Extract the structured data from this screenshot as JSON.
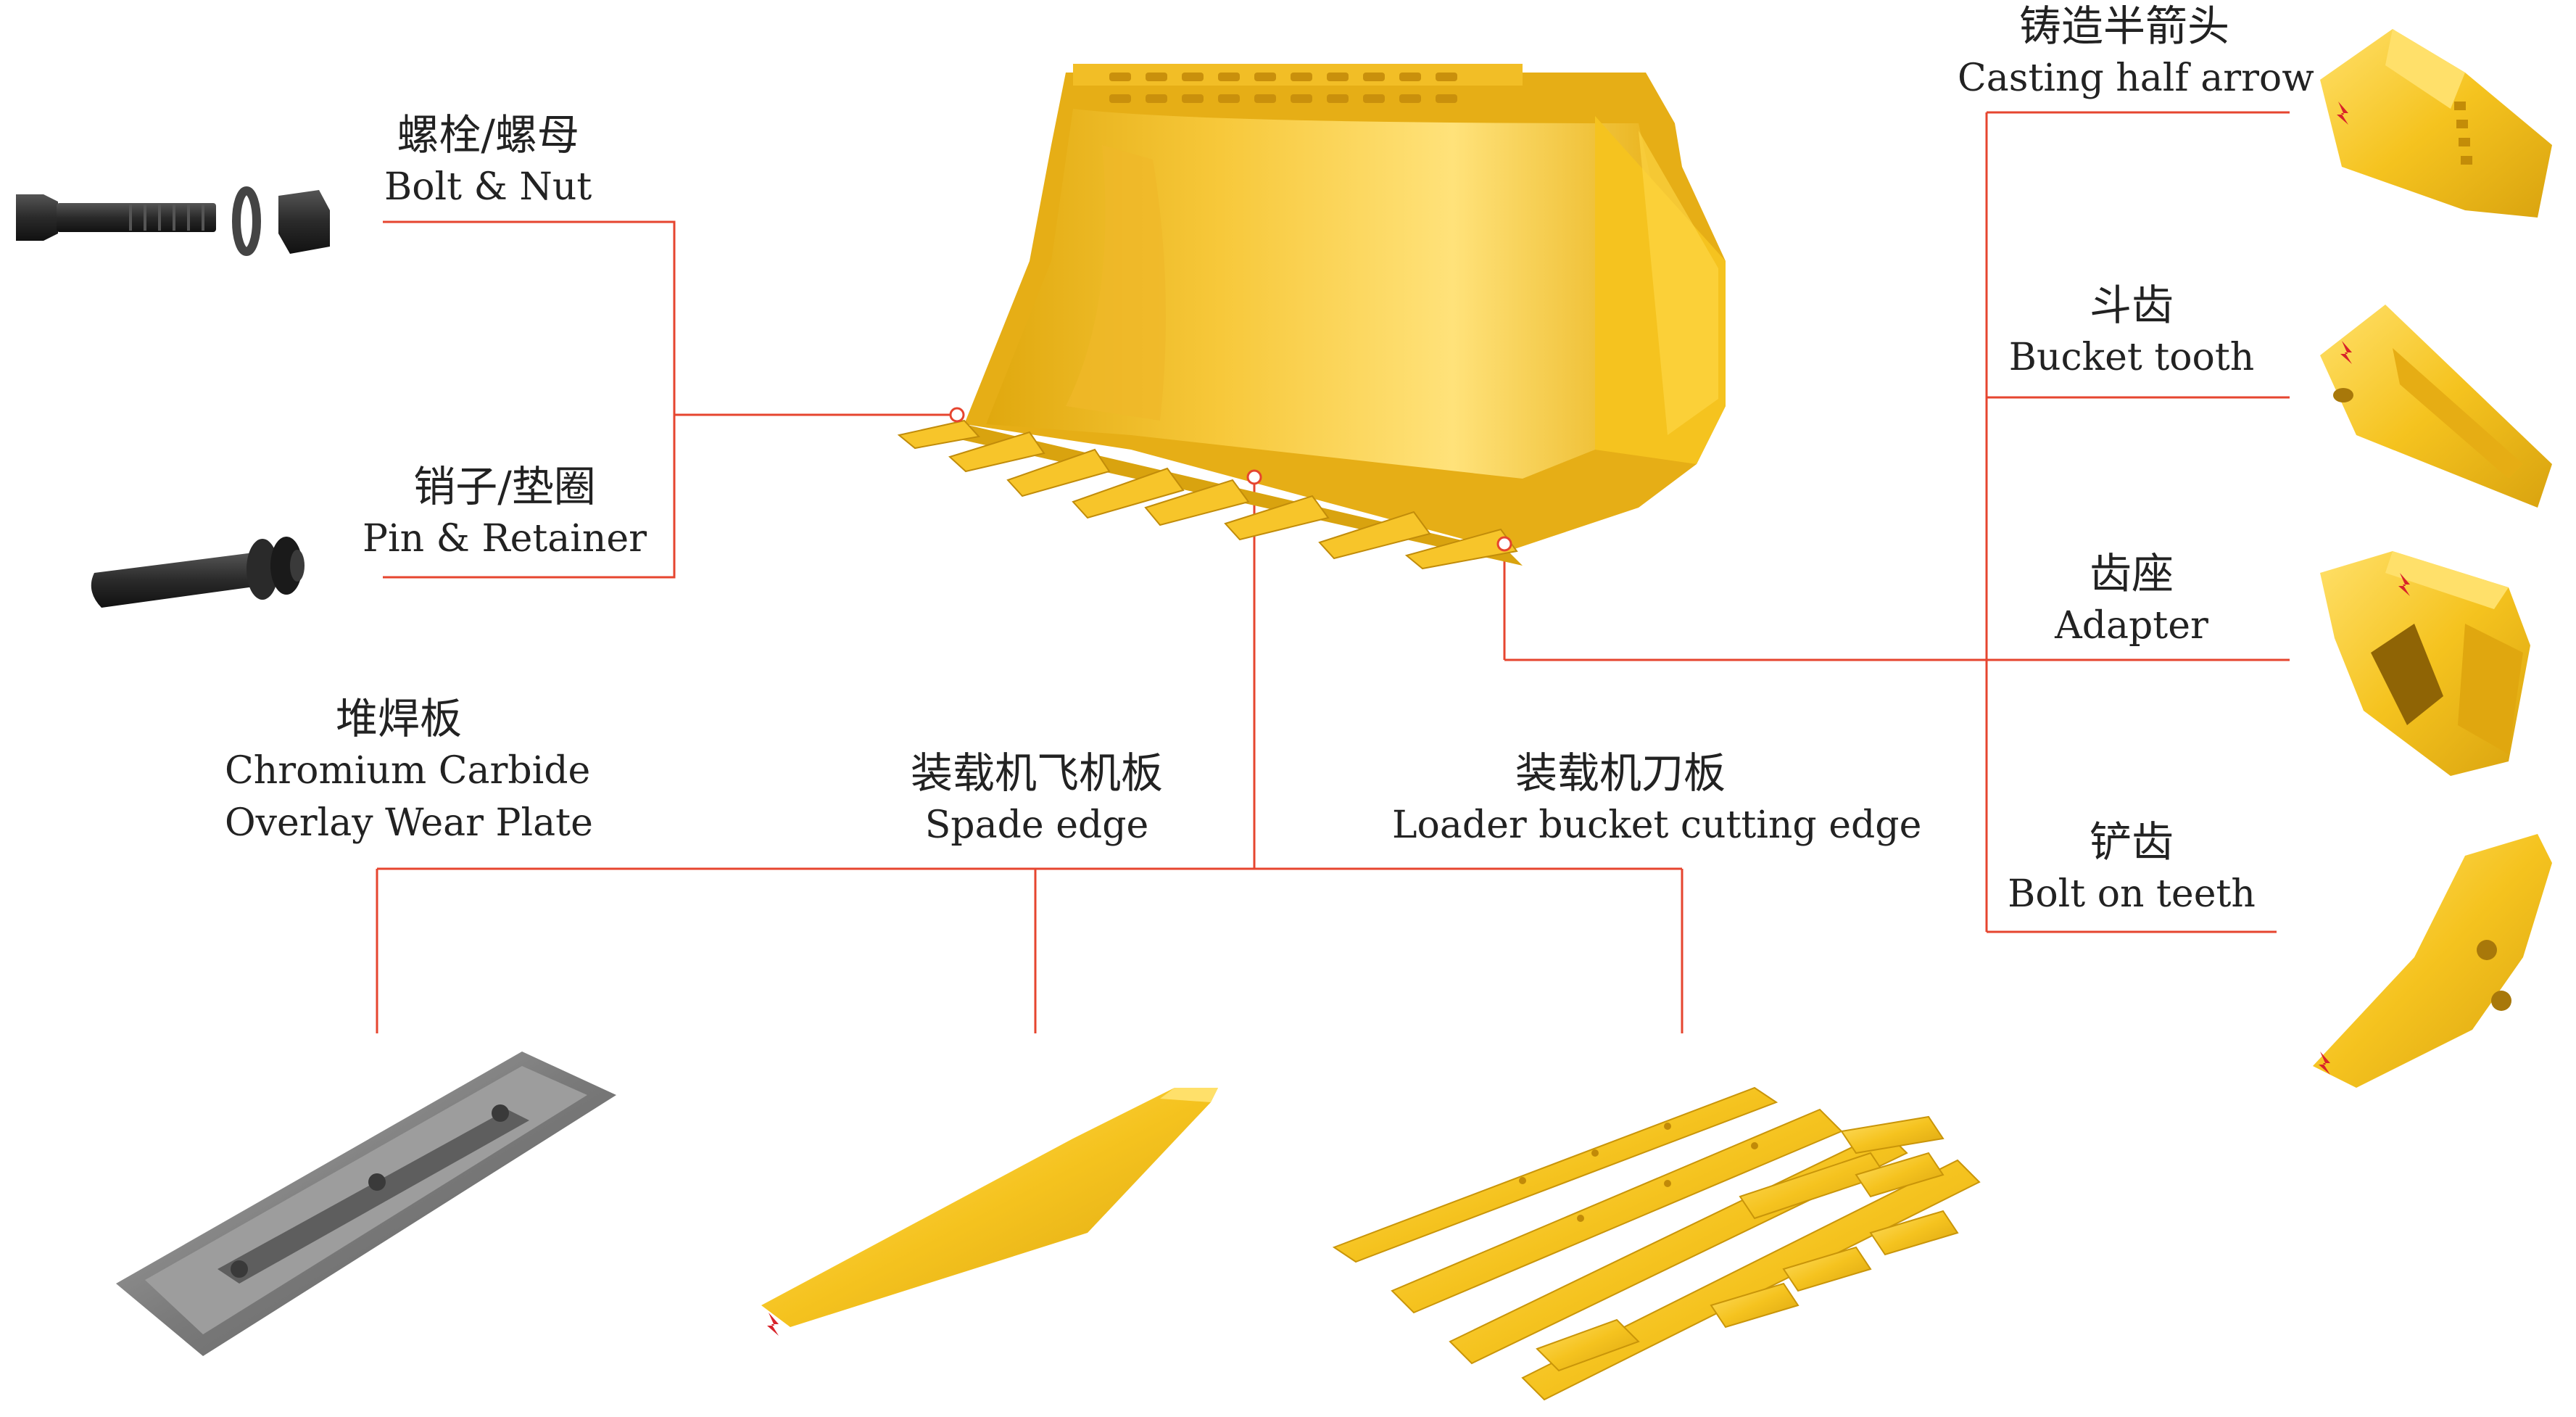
{
  "colors": {
    "leader_line": "#e6452f",
    "part_yellow": "#f5c31f",
    "part_yellow_dark": "#d9a30f",
    "part_yellow_light": "#ffe06a",
    "part_black": "#222222",
    "plate_grey": "#8a8a8a",
    "logo_red": "#d8232a",
    "text": "#222222"
  },
  "labels": {
    "bolt_nut": {
      "zh": "螺栓/螺母",
      "en": "Bolt & Nut"
    },
    "pin_retainer": {
      "zh": "销子/垫圈",
      "en": "Pin & Retainer"
    },
    "overlay_plate": {
      "zh": "堆焊板",
      "en_line1": "Chromium Carbide",
      "en_line2": "Overlay Wear Plate"
    },
    "spade_edge": {
      "zh": "装载机飞机板",
      "en": "Spade edge"
    },
    "cutting_edge": {
      "zh": "装载机刀板",
      "en": "Loader bucket cutting edge"
    },
    "casting_half_arrow": {
      "zh": "铸造半箭头",
      "en": "Casting half arrow"
    },
    "bucket_tooth": {
      "zh": "斗齿",
      "en": "Bucket tooth"
    },
    "adapter": {
      "zh": "齿座",
      "en": "Adapter"
    },
    "bolt_on_teeth": {
      "zh": "铲齿",
      "en": "Bolt on teeth"
    }
  }
}
